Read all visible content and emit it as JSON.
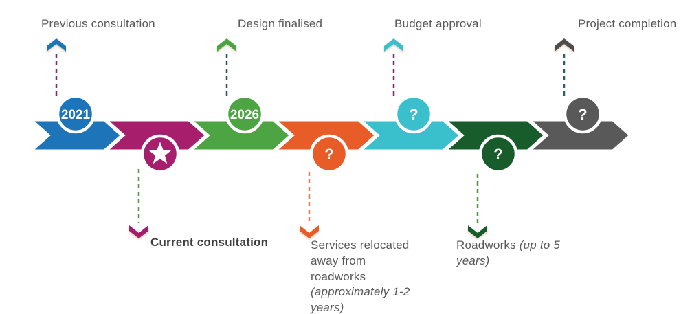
{
  "diagram": {
    "type": "timeline-chevron-process",
    "background": "#ffffff",
    "band_outline": "#ffffff"
  },
  "stages": [
    {
      "label": "Previous consultation",
      "badge": "2021",
      "color": "#1E74B9",
      "line_color": "#7D2B72",
      "arrow_color": "#1E74B9",
      "position": "top"
    },
    {
      "label": "Current consultation",
      "badge": "star",
      "color": "#A61E6C",
      "line_color": "#4E9C3F",
      "arrow_color": "#A61E6C",
      "position": "bottom"
    },
    {
      "label": "Design finalised",
      "badge": "2026",
      "color": "#4CA442",
      "line_color": "#32505F",
      "arrow_color": "#4CA442",
      "position": "top"
    },
    {
      "label": "Services relocated away from roadworks ",
      "label_italic": "(approximately 1-2 years)",
      "badge": "?",
      "color": "#E85C28",
      "line_color": "#EE7C50",
      "arrow_color": "#E85C28",
      "position": "bottom"
    },
    {
      "label": "Budget approval",
      "badge": "?",
      "color": "#3ABFCD",
      "line_color": "#7D2B72",
      "arrow_color": "#3ABFCD",
      "position": "top"
    },
    {
      "label": "Roadworks ",
      "label_italic": "(up to 5 years)",
      "badge": "?",
      "color": "#185C2C",
      "line_color": "#4C9A3C",
      "arrow_color": "#185C2C",
      "position": "bottom"
    },
    {
      "label": "Project completion",
      "badge": "?",
      "color": "#595959",
      "line_color": "#2F5D73",
      "arrow_color": "#4D4D4F",
      "position": "top"
    }
  ]
}
